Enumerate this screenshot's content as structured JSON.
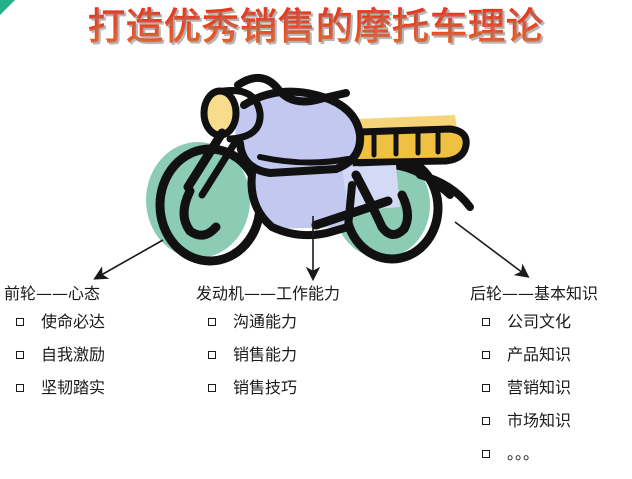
{
  "slide": {
    "title": "打造优秀销售的摩托车理论",
    "background_color": "#ffffff",
    "corner_mark_color": "#23B08A",
    "title_color_top": "#E8301A",
    "title_color_bottom": "#F26A22",
    "title_shadow_color": "#c9c9c9"
  },
  "artwork": {
    "name": "motorcycle-illustration",
    "wheel_color": "#8CCCB4",
    "body_color": "#C3C8F0",
    "seat_color": "#F0C040",
    "headlight_color": "#F7DC8C",
    "outline_color": "#111111"
  },
  "arrows": [
    {
      "name": "arrow-to-front-wheel",
      "direction": "down-left",
      "color": "#1a1a1a"
    },
    {
      "name": "arrow-to-engine",
      "direction": "down",
      "color": "#1a1a1a"
    },
    {
      "name": "arrow-to-rear-wheel",
      "direction": "down-right",
      "color": "#1a1a1a"
    }
  ],
  "columns": [
    {
      "key": "front_wheel",
      "heading": "前轮——心态",
      "items": [
        "使命必达",
        "自我激励",
        "坚韧踏实"
      ]
    },
    {
      "key": "engine",
      "heading": "发动机——工作能力",
      "items": [
        "沟通能力",
        "销售能力",
        "销售技巧"
      ]
    },
    {
      "key": "rear_wheel",
      "heading": "后轮——基本知识",
      "items": [
        "公司文化",
        "产品知识",
        "营销知识",
        "市场知识",
        "。。。"
      ]
    }
  ]
}
